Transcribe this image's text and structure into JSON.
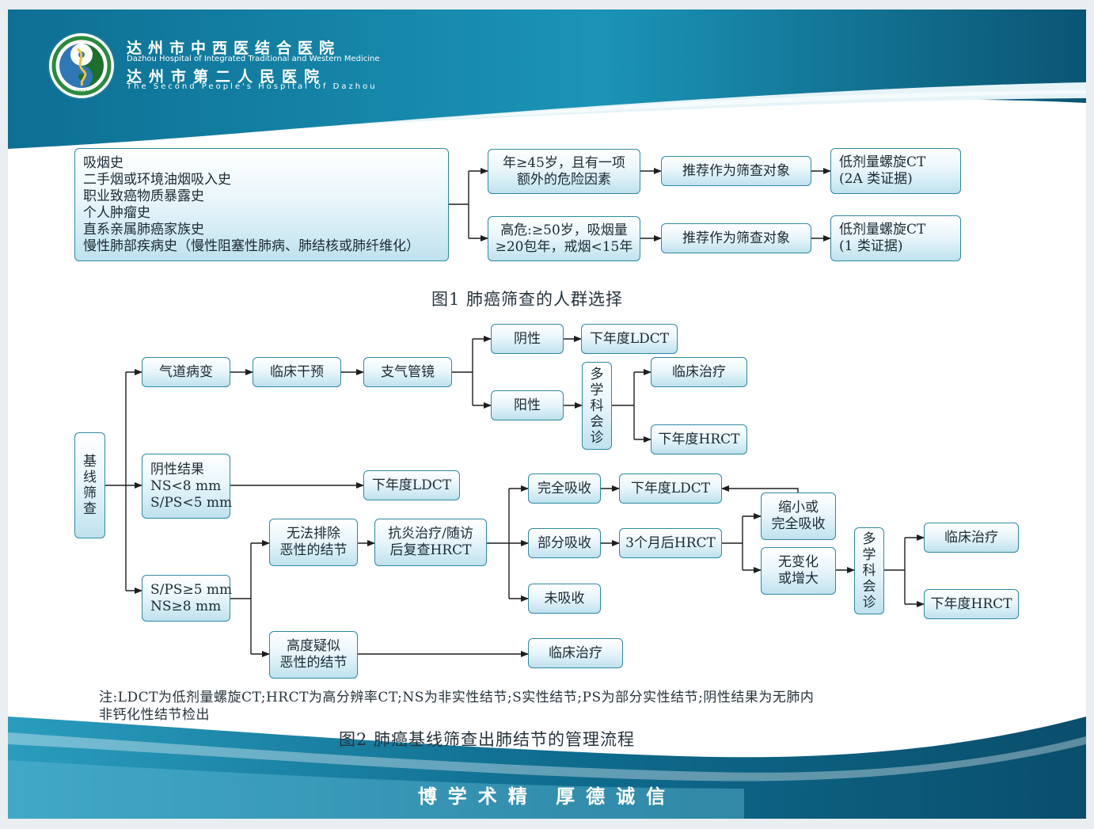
{
  "header": {
    "hospital_name_cn_1": "达州市中西医结合医院",
    "hospital_name_en_1": "Dazhou Hospital of Integrated Traditional and Western Medicine",
    "hospital_name_cn_2": "达州市第二人民医院",
    "hospital_name_en_2": "The Second People's Hospital Of Dazhou",
    "logo_year": "1913"
  },
  "figure1": {
    "caption": "图1  肺癌筛查的人群选择",
    "risk_factors": [
      "吸烟史",
      "二手烟或环境油烟吸入史",
      "职业致癌物质暴露史",
      "个人肿瘤史",
      "直系亲属肺癌家族史",
      "慢性肺部疾病史（慢性阻塞性肺病、肺结核或肺纤维化）"
    ],
    "criteria_a": [
      "年≥45岁，且有一项",
      "额外的危险因素"
    ],
    "criteria_b": [
      "高危:≥50岁，吸烟量",
      "≥20包年，戒烟<15年"
    ],
    "recommend": "推荐作为筛查对象",
    "result_a": [
      "低剂量螺旋CT",
      "(2A 类证据)"
    ],
    "result_b": [
      "低剂量螺旋CT",
      "(1 类证据)"
    ]
  },
  "figure2": {
    "caption": "图2 肺癌基线筛查出肺结节的管理流程",
    "note": [
      "注:LDCT为低剂量螺旋CT;HRCT为高分辨率CT;NS为非实性结节;S实性结节;PS为部分实性结节;阴性结果为无肺内",
      "非钙化性结节检出"
    ],
    "baseline": "基线筛查",
    "airway": "气道病变",
    "clinical_intervention": "临床干预",
    "bronchoscopy": "支气管镜",
    "negative": "阴性",
    "positive": "阳性",
    "next_year_ldct": "下年度LDCT",
    "mdt": "多学科会诊",
    "clinical_treatment": "临床治疗",
    "next_year_hrct": "下年度HRCT",
    "negative_result": [
      "阴性结果",
      "NS<8 mm",
      "S/PS<5 mm"
    ],
    "sps_ns": [
      "S/PS≥5 mm",
      "NS≥8 mm"
    ],
    "cannot_exclude": [
      "无法排除",
      "恶性的结节"
    ],
    "anti_inflammatory": [
      "抗炎治疗/随访",
      "后复查HRCT"
    ],
    "complete_absorb": "完全吸收",
    "partial_absorb": "部分吸收",
    "not_absorb": "未吸收",
    "hrct_3months": "3个月后HRCT",
    "shrink": [
      "缩小或",
      "完全吸收"
    ],
    "no_change": [
      "无变化",
      "或增大"
    ],
    "highly_suspected": [
      "高度疑似",
      "恶性的结节"
    ]
  },
  "footer": {
    "motto": "博学术精   厚德诚信"
  },
  "colors": {
    "teal_dark": "#0b5f7e",
    "teal": "#1f8fb0",
    "teal_light": "#6cc3d8",
    "node_border": "#2e8aa3",
    "wire": "#1e1e1e"
  }
}
